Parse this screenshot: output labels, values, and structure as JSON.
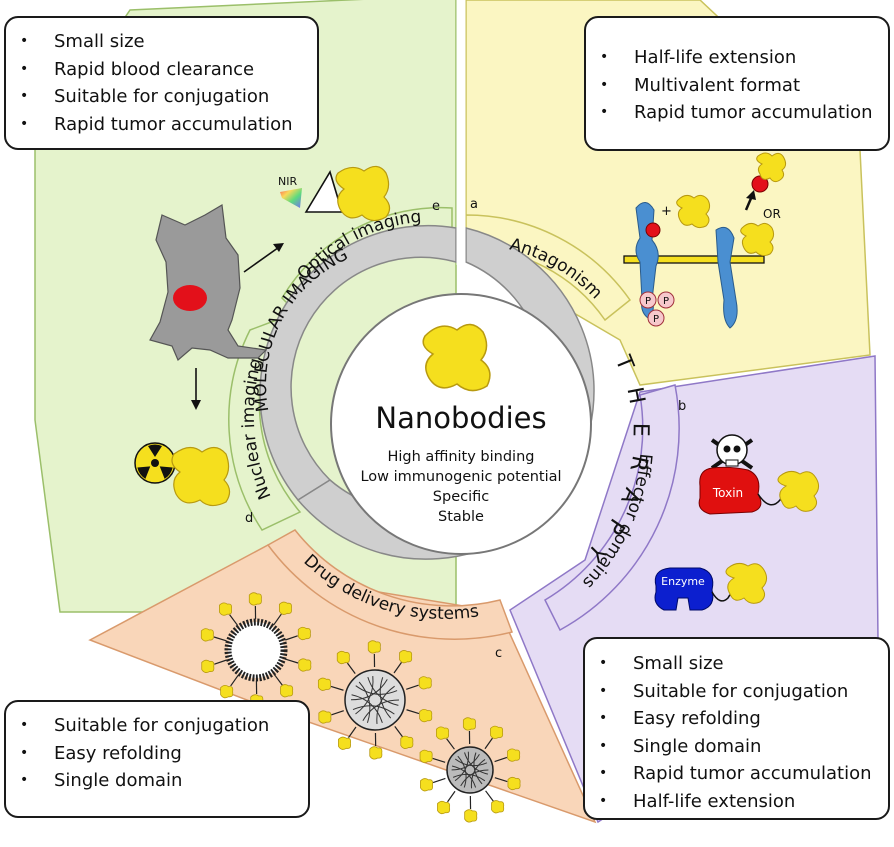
{
  "colors": {
    "imaging": "#e5f3cc",
    "antagonism": "#fbf6c2",
    "effector": "#e5dcf4",
    "drug": "#f9d6b9",
    "gray_ring": "#cfcfcf",
    "nanobody": "#f5df1e",
    "mouse": "#9a9a9a",
    "toxin": "#e0100f",
    "enzyme": "#0c1fcf",
    "receptor": "#4a8fd1"
  },
  "center": {
    "title": "Nanobodies",
    "properties": [
      "High affinity binding",
      "Low immunogenic potential",
      "Specific",
      "Stable"
    ]
  },
  "ring": {
    "molecular_imaging": "MOLECULAR IMAGING",
    "therapy": "THERAPY"
  },
  "sections": {
    "optical_imaging": "Optical imaging",
    "nuclear_imaging": "Nuclear imaging",
    "antagonism": "Antagonism",
    "effector_domains": "Effector domains",
    "drug_delivery": "Drug delivery systems"
  },
  "corner_labels": {
    "a": "a",
    "b": "b",
    "c": "c",
    "d": "d",
    "e": "e"
  },
  "panel_text": {
    "nir": "NIR",
    "or": "OR",
    "plus": "+",
    "phospho": "P",
    "toxin": "Toxin",
    "enzyme": "Enzyme"
  },
  "boxes": {
    "top_left": [
      "Small size",
      "Rapid blood clearance",
      "Suitable for conjugation",
      "Rapid tumor accumulation"
    ],
    "top_right": [
      "Half-life extension",
      "Multivalent format",
      "Rapid tumor accumulation"
    ],
    "bottom_left": [
      "Suitable for conjugation",
      "Easy refolding",
      "Single domain"
    ],
    "bottom_right": [
      "Small size",
      "Suitable for conjugation",
      "Easy refolding",
      "Single domain",
      "Rapid tumor accumulation",
      "Half-life extension"
    ]
  }
}
